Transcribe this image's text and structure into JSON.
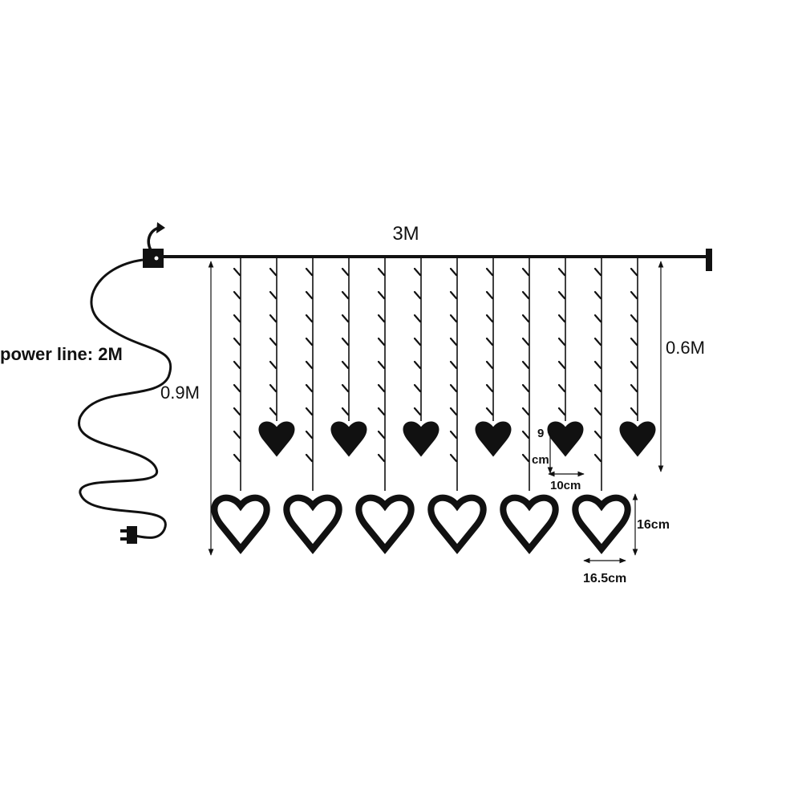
{
  "labels": {
    "width": "3M",
    "power_line": "power line: 2M",
    "long_drop": "0.9M",
    "short_drop": "0.6M",
    "small_heart_h_top": "9",
    "small_heart_h_bottom": "cm",
    "small_heart_w": "10cm",
    "big_heart_h": "16cm",
    "big_heart_w": "16.5cm"
  },
  "strands": {
    "long_count": 6,
    "short_count": 6
  }
}
